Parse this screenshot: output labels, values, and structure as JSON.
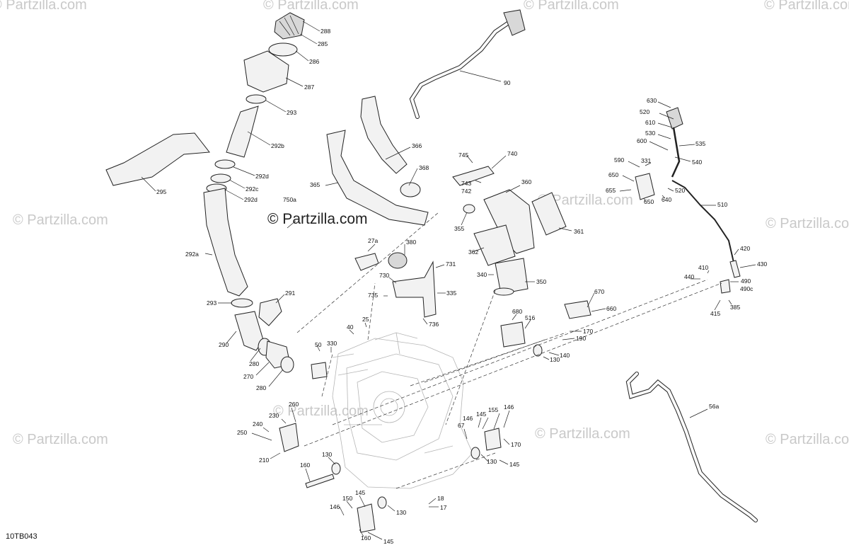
{
  "watermark": "© Partzilla.com",
  "brand_watermark": "© Partzilla.com",
  "diagram_code": "10TB043",
  "callouts": {
    "c288": "288",
    "c285": "285",
    "c286": "286",
    "c287": "287",
    "c293a": "293",
    "c292b": "292b",
    "c292d1": "292d",
    "c292c": "292c",
    "c292d2": "292d",
    "c295": "295",
    "c292a": "292a",
    "c293b": "293",
    "c291": "291",
    "c290": "290",
    "c280a": "280",
    "c270": "270",
    "c280b": "280",
    "c90": "90",
    "c366": "366",
    "c368": "368",
    "c365": "365",
    "c750a": "750a",
    "c745": "745",
    "c740": "740",
    "c743": "743",
    "c742": "742",
    "c360": "360",
    "c355": "355",
    "c361": "361",
    "c362": "362",
    "c27a": "27a",
    "c380": "380",
    "c340": "340",
    "c350": "350",
    "c731": "731",
    "c730": "730",
    "c735": "735",
    "c335": "335",
    "c736": "736",
    "c25": "25",
    "c40": "40",
    "c50": "50",
    "c330": "330",
    "c680": "680",
    "c516": "516",
    "c670": "670",
    "c660": "660",
    "c170a": "170",
    "c190": "190",
    "c140": "140",
    "c130a": "130",
    "c630": "630",
    "c520a": "520",
    "c610": "610",
    "c530": "530",
    "c600": "600",
    "c535": "535",
    "c540": "540",
    "c590": "590",
    "c331": "331",
    "c650a": "650",
    "c655": "655",
    "c520b": "520",
    "c650b": "650",
    "c640": "640",
    "c510": "510",
    "c420": "420",
    "c410": "410",
    "c430": "430",
    "c440": "440",
    "c490": "490",
    "c490c": "490c",
    "c415": "415",
    "c385": "385",
    "c56a": "56a",
    "c230": "230",
    "c260": "260",
    "c240": "240",
    "c250": "250",
    "c210": "210",
    "c160a": "160",
    "c130b": "130",
    "c146a": "146",
    "c145a": "145",
    "c155": "155",
    "c146b": "146",
    "c67": "67",
    "c130c": "130",
    "c170b": "170",
    "c145b": "145",
    "c145c": "145",
    "c150": "150",
    "c146c": "146",
    "c130d": "130",
    "c18": "18",
    "c17": "17",
    "c160b": "160",
    "c145d": "145"
  }
}
